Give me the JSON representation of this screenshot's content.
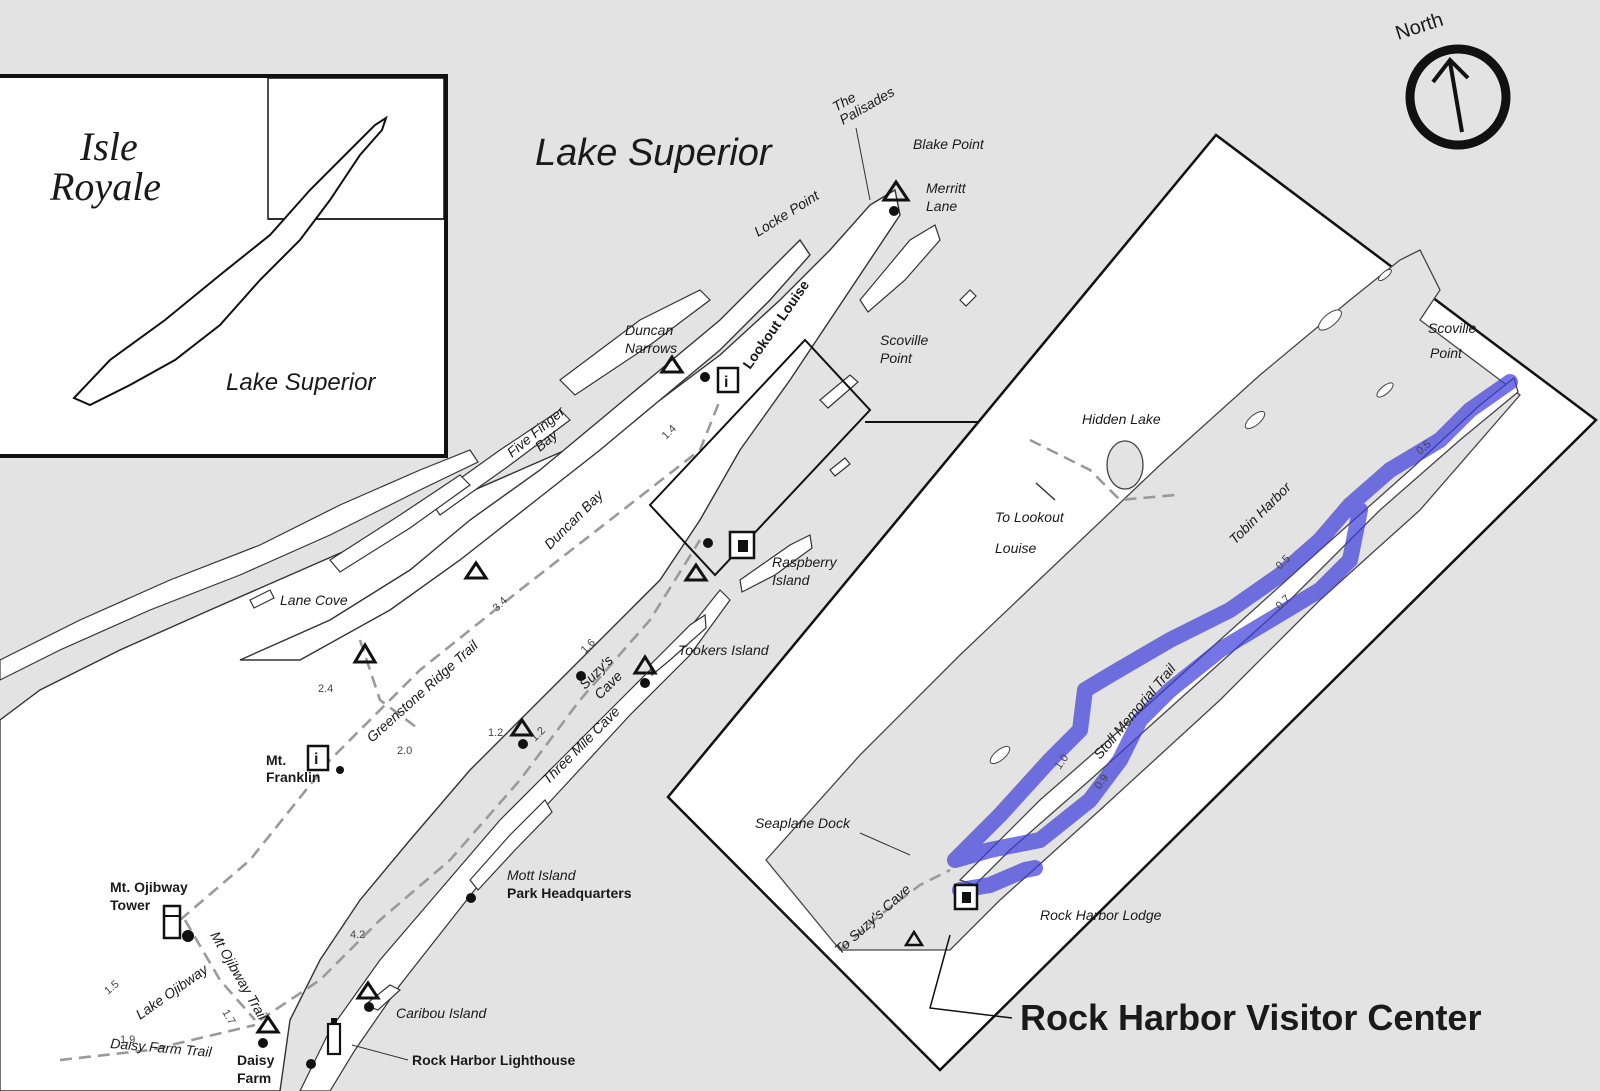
{
  "inset": {
    "title_line1": "Isle",
    "title_line2": "Royale",
    "lake_label": "Lake Superior"
  },
  "compass": {
    "label": "North",
    "icon": "north-arrow-icon"
  },
  "labels": {
    "lake_superior": "Lake Superior",
    "the_palisades_1": "The",
    "the_palisades_2": "Palisades",
    "blake_point": "Blake Point",
    "merritt_lane_1": "Merritt",
    "merritt_lane_2": "Lane",
    "locke_point": "Locke Point",
    "lookout_louise": "Lookout Louise",
    "duncan_narrows_1": "Duncan",
    "duncan_narrows_2": "Narrows",
    "five_finger_bay_1": "Five Finger",
    "five_finger_bay_2": "Bay",
    "duncan_bay": "Duncan Bay",
    "scoville_point_main_1": "Scoville",
    "scoville_point_main_2": "Point",
    "raspberry_island_1": "Raspberry",
    "raspberry_island_2": "Island",
    "lane_cove": "Lane Cove",
    "greenstone_ridge_trail": "Greenstone Ridge Trail",
    "tookers_island": "Tookers Island",
    "suzys_cave_1": "Suzy's",
    "suzys_cave_2": "Cave",
    "three_mile_camp": "Three Mile Cave",
    "mt_franklin_1": "Mt.",
    "mt_franklin_2": "Franklin",
    "mott_island": "Mott Island",
    "park_headquarters": "Park Headquarters",
    "mt_ojibway_tower_1": "Mt. Ojibway",
    "mt_ojibway_tower_2": "Tower",
    "lake_ojibway": "Lake Ojibway",
    "mt_ojibway_trail": "Mt Ojibway Trail",
    "daisy_farm_trail": "Daisy Farm Trail",
    "caribou_island": "Caribou Island",
    "daisy_farm_1": "Daisy",
    "daisy_farm_2": "Farm",
    "rock_harbor_lighthouse": "Rock Harbor Lighthouse"
  },
  "trail_distances": [
    "1.4",
    "3.4",
    "2.4",
    "2.0",
    "1.6",
    "1.2",
    "1.2",
    "4.2",
    "1.5",
    "1.7",
    "1.9"
  ],
  "detail": {
    "scoville_point_1": "Scoville",
    "scoville_point_2": "Point",
    "hidden_lake": "Hidden Lake",
    "tobin_harbor": "Tobin Harbor",
    "to_lookout_louise_1": "To Lookout",
    "to_lookout_louise_2": "Louise",
    "stoll_memorial_trail": "Stoll Memorial Trail",
    "seaplane_dock": "Seaplane Dock",
    "rock_harbor_lodge": "Rock Harbor Lodge",
    "to_suzys_cave": "To Suzy's Cave",
    "visitor_center": "Rock Harbor Visitor Center",
    "distances": [
      "0.5",
      "0.5",
      "0.7",
      "1.0",
      "0.9"
    ],
    "highlight_color": "#3b3bdc"
  }
}
